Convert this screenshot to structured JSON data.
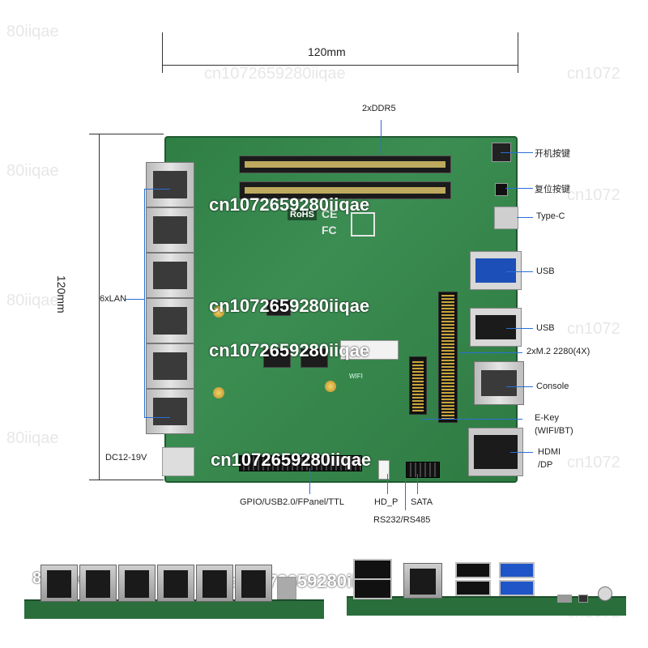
{
  "dimensions": {
    "width_label": "120mm",
    "height_label": "120mm"
  },
  "labels": {
    "ddr": "2xDDR5",
    "power_button": "开机按键",
    "reset_button": "复位按键",
    "typec": "Type-C",
    "usb1": "USB",
    "usb2": "USB",
    "m2": "2xM.2 2280(4X)",
    "console": "Console",
    "ekey": "E-Key",
    "ekey_sub": "(WIFI/BT)",
    "hdmi": "HDMI",
    "hdmi_sub": "/DP",
    "lan": "6xLAN",
    "dc": "DC12-19V",
    "gpio": "GPIO/USB2.0/FPanel/TTL",
    "hdp": "HD_P",
    "sata": "SATA",
    "rs": "RS232/RS485"
  },
  "board_marks": {
    "rohs": "RoHS",
    "fc": "FC",
    "ce": "CE",
    "wifi": "WIFI"
  },
  "watermark": {
    "main": "cn1072659280iiqae",
    "side": "cn1072",
    "corner": "80iiqae"
  },
  "colors": {
    "pcb": "#3b8d52",
    "leader": "#2a6fd6",
    "usb_blue": "#1f55c7"
  }
}
